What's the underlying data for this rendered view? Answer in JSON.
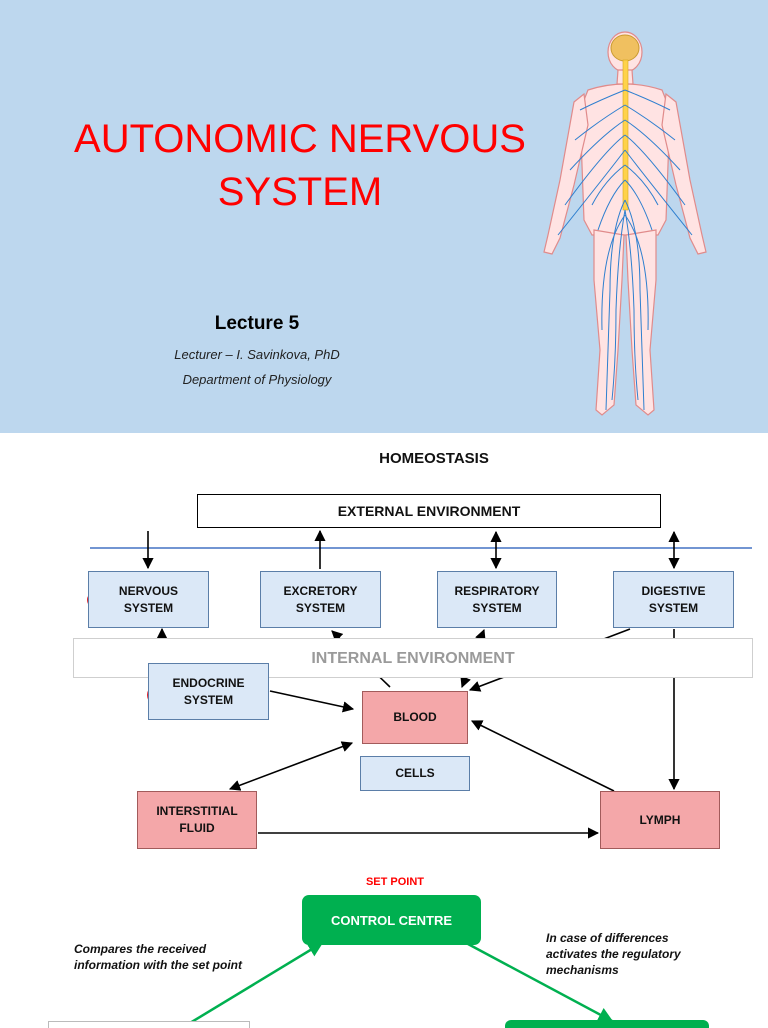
{
  "slide1": {
    "title_line1": "AUTONOMIC NERVOUS",
    "title_line2": "SYSTEM",
    "lecture": "Lecture 5",
    "lecturer": "Lecturer – I. Savinkova, PhD",
    "department": "Department of Physiology"
  },
  "slide2": {
    "heading": "HOMEOSTASIS",
    "external_environment": "EXTERNAL ENVIRONMENT",
    "internal_environment": "INTERNAL ENVIRONMENT",
    "nervous_system": [
      "NERVOUS",
      "SYSTEM"
    ],
    "excretory_system": [
      "EXCRETORY",
      "SYSTEM"
    ],
    "respiratory_system": [
      "RESPIRATORY",
      "SYSTEM"
    ],
    "digestive_system": [
      "DIGESTIVE",
      "SYSTEM"
    ],
    "endocrine_system": [
      "ENDOCRINE",
      "SYSTEM"
    ],
    "blood": "BLOOD",
    "cells": "CELLS",
    "interstitial_fluid": [
      "INTERSTITIAL",
      "FLUID"
    ],
    "lymph": "LYMPH",
    "set_point": "SET POINT",
    "control_centre": "CONTROL CENTRE",
    "compares_text": [
      "Compares the received",
      "information with the set point"
    ],
    "differences_text": [
      "In case of differences",
      "activates the regulatory",
      "mechanisms"
    ]
  },
  "colors": {
    "slide_bg": "#bdd7ee",
    "title_red": "#ff0000",
    "box_blue": "#dbe8f7",
    "box_pink": "#f4a7a9",
    "green": "#00b050",
    "highlight_ring": "#e0202a"
  }
}
